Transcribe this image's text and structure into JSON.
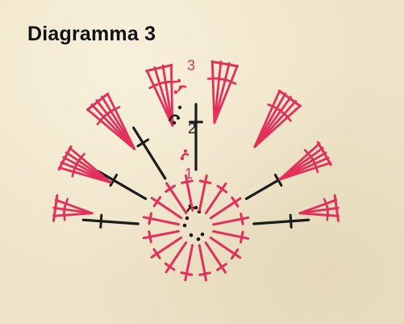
{
  "title": "Diagramma 3",
  "row_labels": [
    "1",
    "2",
    "3"
  ],
  "colors": {
    "background": "#efe4c8",
    "red": "#e3305a",
    "black": "#1b1b1b",
    "title": "#121212"
  }
}
